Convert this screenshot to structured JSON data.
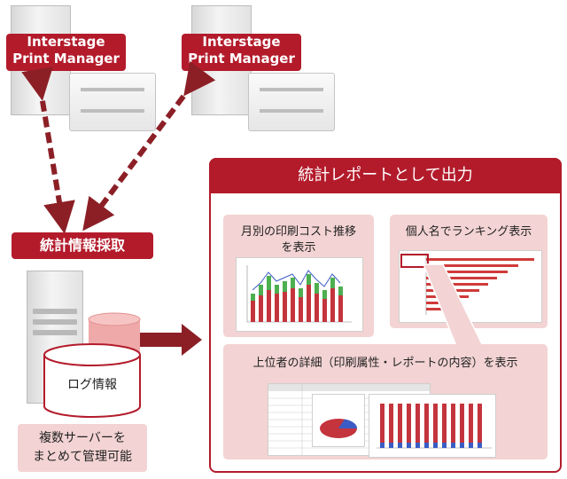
{
  "servers": [
    {
      "label_line1": "Interstage",
      "label_line2": "Print Manager"
    },
    {
      "label_line1": "Interstage",
      "label_line2": "Print Manager"
    }
  ],
  "collector": {
    "label": "統計情報採取"
  },
  "log_db": {
    "label": "ログ情報"
  },
  "note": {
    "line1": "複数サーバーを",
    "line2": "まとめて管理可能"
  },
  "report_box": {
    "title": "統計レポートとして出力",
    "panel1": {
      "line1": "月別の印刷コスト推移",
      "line2": "を表示"
    },
    "panel2": {
      "title": "個人名でランキング表示"
    },
    "panel3": {
      "title": "上位者の詳細（印刷属性・レポートの内容）を表示"
    }
  },
  "colors": {
    "brand_red": "#b31b2b",
    "dark_red": "#8c1f26",
    "pink": "#f3d3d3"
  }
}
